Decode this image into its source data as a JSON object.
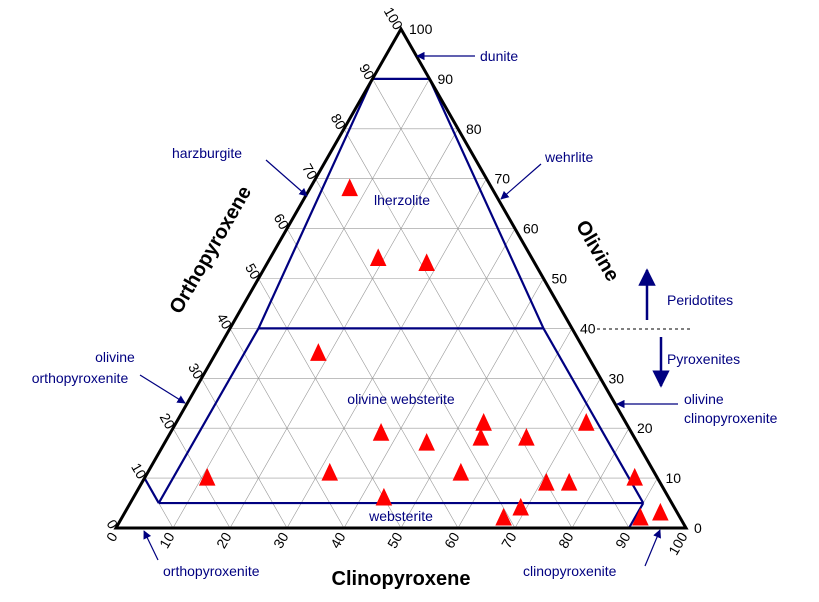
{
  "axes": {
    "olivine_title": "Olivine",
    "orthopyroxene_title": "Orthopyroxene",
    "clinopyroxene_title": "Clinopyroxene",
    "olivine_ticks": [
      "100",
      "90",
      "80",
      "70",
      "60",
      "50",
      "40",
      "30",
      "20",
      "10",
      "0"
    ],
    "orthopyroxene_ticks": [
      "0",
      "10",
      "20",
      "30",
      "40",
      "50",
      "60",
      "70",
      "80",
      "90",
      "100"
    ],
    "clinopyroxene_ticks": [
      "0",
      "10",
      "20",
      "30",
      "40",
      "50",
      "60",
      "70",
      "80",
      "90",
      "100"
    ]
  },
  "fields": {
    "lherzolite": "lherzolite",
    "olivine_websterite": "olivine websterite",
    "websterite": "websterite"
  },
  "callouts": {
    "dunite": "dunite",
    "harzburgite": "harzburgite",
    "wehrlite": "wehrlite",
    "olivine_orthopyroxenite": [
      "olivine",
      "orthopyroxenite"
    ],
    "olivine_clinopyroxenite": [
      "olivine",
      "clinopyroxenite"
    ],
    "orthopyroxenite": "orthopyroxenite",
    "clinopyroxenite": "clinopyroxenite",
    "peridotites": "Peridotites",
    "pyroxenites": "Pyroxenites"
  },
  "colors": {
    "frame": "#000000",
    "grid": "#999999",
    "fields": "#000080",
    "samples": "#ff0000"
  },
  "samples": [
    {
      "ol": 68,
      "cpx": 7
    },
    {
      "ol": 54,
      "cpx": 19
    },
    {
      "ol": 53,
      "cpx": 28
    },
    {
      "ol": 35,
      "cpx": 18
    },
    {
      "ol": 19,
      "cpx": 37
    },
    {
      "ol": 17,
      "cpx": 46
    },
    {
      "ol": 18,
      "cpx": 55
    },
    {
      "ol": 18,
      "cpx": 63
    },
    {
      "ol": 21,
      "cpx": 54
    },
    {
      "ol": 11,
      "cpx": 32
    },
    {
      "ol": 11,
      "cpx": 55
    },
    {
      "ol": 10,
      "cpx": 11
    },
    {
      "ol": 6,
      "cpx": 44
    },
    {
      "ol": 9,
      "cpx": 71
    },
    {
      "ol": 9,
      "cpx": 75
    },
    {
      "ol": 4,
      "cpx": 69
    },
    {
      "ol": 2,
      "cpx": 67
    },
    {
      "ol": 10,
      "cpx": 86
    },
    {
      "ol": 21,
      "cpx": 72
    },
    {
      "ol": 2,
      "cpx": 91
    },
    {
      "ol": 3,
      "cpx": 94
    }
  ]
}
